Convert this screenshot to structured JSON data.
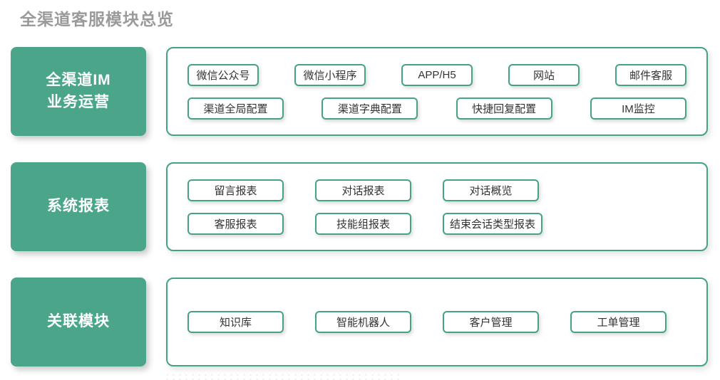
{
  "title": "全渠道客服模块总览",
  "colors": {
    "accent": "#43a287",
    "label_fill": "#4ba58a",
    "title_text": "#9a9a9a",
    "chip_text": "#333333"
  },
  "sections": [
    {
      "label": "全渠道IM\n业务运营",
      "rows": [
        [
          "微信公众号",
          "微信小程序",
          "APP/H5",
          "网站",
          "邮件客服"
        ],
        [
          "渠道全局配置",
          "渠道字典配置",
          "快捷回复配置",
          "IM监控"
        ]
      ]
    },
    {
      "label": "系统报表",
      "rows": [
        [
          "留言报表",
          "对话报表",
          "对话概览"
        ],
        [
          "客服报表",
          "技能组报表",
          "结束会话类型报表"
        ]
      ]
    },
    {
      "label": "关联模块",
      "rows": [
        [
          "知识库",
          "智能机器人",
          "客户管理",
          "工单管理"
        ]
      ]
    }
  ]
}
